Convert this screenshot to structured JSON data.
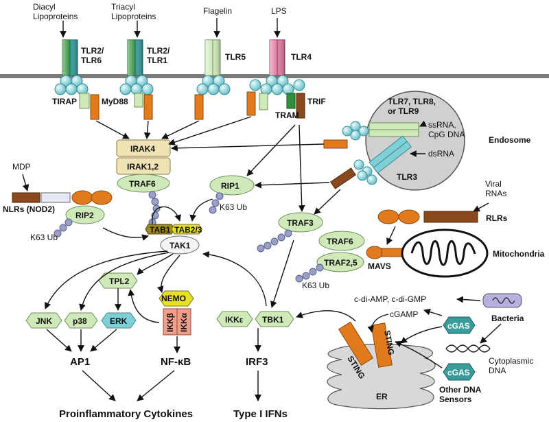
{
  "ligands": {
    "diacyl": "Diacyl\nLipoproteins",
    "triacyl": "Triacyl\nLipoproteins",
    "flagelin": "Flagelin",
    "lps": "LPS",
    "mdp": "MDP",
    "viral": "Viral\nRNAs"
  },
  "receptors": {
    "tlr26": "TLR2/\nTLR6",
    "tlr21": "TLR2/\nTLR1",
    "tlr5": "TLR5",
    "tlr4": "TLR4",
    "tlr789": "TLR7, TLR8,\nor TLR9",
    "tlr3": "TLR3",
    "nlrs": "NLRs (NOD2)",
    "rlrs": "RLRs"
  },
  "adaptors": {
    "tirap": "TIRAP",
    "myd88": "MyD88",
    "tram": "TRAM",
    "trif": "TRIF",
    "mavs": "MAVS",
    "sting": "STING"
  },
  "nucleic": {
    "ssrna": "ssRNA,\nCpG DNA",
    "dsrna": "dsRNA",
    "cytodna": "Cytoplasmic\nDNA",
    "cgamp": "cGAMP",
    "cdi": "c-di-AMP, c-di-GMP"
  },
  "compartments": {
    "endosome": "Endosome",
    "mito": "Mitochondria",
    "er": "ER",
    "bacteria": "Bacteria"
  },
  "kinases": {
    "irak4": "IRAK4",
    "irak12": "IRAK1,2",
    "traf6": "TRAF6",
    "rip1": "RIP1",
    "rip2": "RIP2",
    "tab1": "TAB1",
    "tab23": "TAB2/3",
    "tak1": "TAK1",
    "traf3": "TRAF3",
    "traf6b": "TRAF6",
    "traf25": "TRAF2,5",
    "tpl2": "TPL2",
    "nemo": "NEMO",
    "ikkb": "IKKβ",
    "ikka": "IKKα",
    "jnk": "JNK",
    "p38": "p38",
    "erk": "ERK",
    "ikke": "IKKε",
    "tbk1": "TBK1",
    "cgas1": "cGAS",
    "cgas2": "cGAS",
    "otherdna": "Other DNA\nSensors"
  },
  "ub": {
    "k63a": "K63 Ub",
    "k63b": "K63 Ub",
    "k63c": "K63 Ub"
  },
  "outputs": {
    "ap1": "AP1",
    "nfkb": "NF-κB",
    "irf3": "IRF3",
    "cytokines": "Proinflammatory Cytokines",
    "ifns": "Type I IFNs"
  },
  "colors": {
    "dark_green": "#2f8f3a",
    "teal": "#3a9b9b",
    "light_green": "#cfe9b9",
    "pink": "#e07aa3",
    "cyan": "#7fd0d6",
    "orange": "#e2791b",
    "brown": "#8a4a1d",
    "tan": "#efe3b5",
    "olive": "#a08a1e",
    "yellow": "#e6df2a",
    "salmon": "#f0a08a",
    "ub": "#9aa0c8",
    "membrane": "#7a7a7a",
    "endosome": "#d0d0d0"
  }
}
